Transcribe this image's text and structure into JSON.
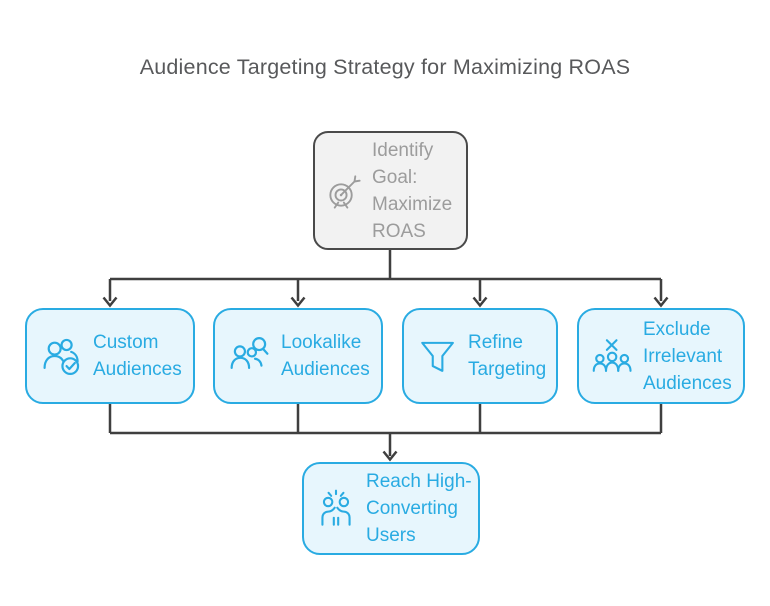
{
  "title": "Audience Targeting Strategy for Maximizing ROAS",
  "nodes": {
    "goal": {
      "label": "Identify\nGoal:\nMaximize\nROAS",
      "icon": "target-arrow-icon"
    },
    "branches": [
      {
        "label": "Custom\nAudiences",
        "icon": "users-check-icon"
      },
      {
        "label": "Lookalike\nAudiences",
        "icon": "users-search-icon"
      },
      {
        "label": "Refine\nTargeting",
        "icon": "funnel-icon"
      },
      {
        "label": "Exclude\nIrrelevant\nAudiences",
        "icon": "users-x-icon"
      }
    ],
    "outcome": {
      "label": "Reach High-\nConverting\nUsers",
      "icon": "users-celebrate-icon"
    }
  },
  "colors": {
    "background": "#ffffff",
    "title_text": "#58595b",
    "goal_fill": "#f2f2f2",
    "goal_border": "#4a4a4a",
    "goal_text": "#9c9c9c",
    "branch_fill": "#e7f6fd",
    "branch_border": "#29abe2",
    "branch_text": "#29abe2",
    "connector": "#3f3f3f"
  }
}
